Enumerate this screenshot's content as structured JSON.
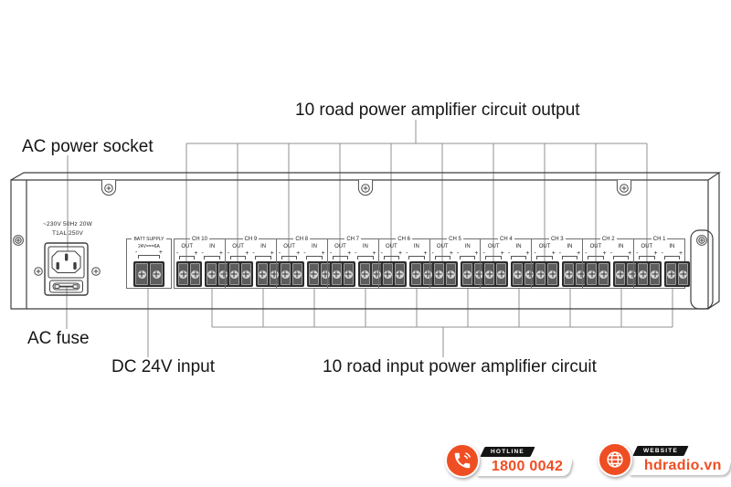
{
  "diagram": {
    "callouts": {
      "top": "10 road power amplifier circuit output",
      "bottom": "10 road input power amplifier circuit",
      "ac_socket": "AC power socket",
      "ac_fuse": "AC fuse",
      "dc_input": "DC 24V input"
    },
    "panel": {
      "rating_line1": "~230V 50Hz 20W",
      "rating_line2": "T1AL 250V",
      "batt": {
        "title": "BATT SUPPLY",
        "rating": "24V===6A",
        "minus": "-",
        "plus": "+"
      },
      "channels": {
        "out_label": "OUT",
        "in_label": "IN",
        "minus": "-",
        "plus": "+",
        "items": [
          {
            "label": "CH 10"
          },
          {
            "label": "CH 9"
          },
          {
            "label": "CH 8"
          },
          {
            "label": "CH 7"
          },
          {
            "label": "CH 6"
          },
          {
            "label": "CH 5"
          },
          {
            "label": "CH 4"
          },
          {
            "label": "CH 3"
          },
          {
            "label": "CH 2"
          },
          {
            "label": "CH 1"
          }
        ]
      }
    }
  },
  "footer": {
    "hotline": {
      "tab": "HOTLINE",
      "value": "1800 0042"
    },
    "website": {
      "tab": "WEBSITE",
      "value": "hdradio.vn"
    }
  },
  "colors": {
    "accent_orange": "#EF4E23",
    "tab_black": "#141414",
    "panel_line": "#3f3f3f",
    "callout_line": "#909090",
    "terminal_dark": "#2d2d2d"
  }
}
